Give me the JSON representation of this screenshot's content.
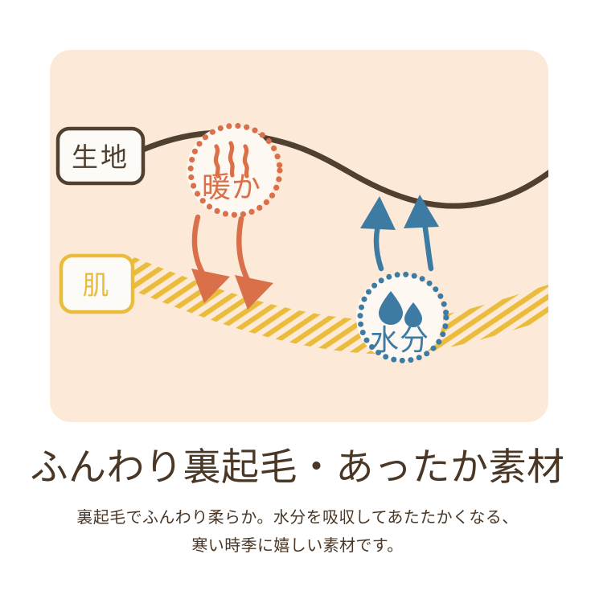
{
  "panel": {
    "background_color": "#fce9d8",
    "corner_radius": 26
  },
  "colors": {
    "panel_bg": "#fce9d8",
    "fabric_line": "#50402f",
    "skin_yellow": "#e9bc3c",
    "warm_orange": "#d9704a",
    "warm_orange_light": "#e07c52",
    "moisture_blue": "#3d7ba3",
    "bubble_fill": "#fdf8f2",
    "text_brown": "#4a3726",
    "page_bg": "#ffffff"
  },
  "labels": {
    "fabric": {
      "text": "生地",
      "box_border_color": "#50402f",
      "text_color": "#50402f"
    },
    "skin": {
      "text": "肌",
      "box_border_color": "#e9bc3c",
      "text_color": "#e9bc3c"
    }
  },
  "bubbles": {
    "warm": {
      "text": "暖か",
      "icon": "steam-lines-icon",
      "dot_color": "#d9704a",
      "text_color": "#d9704a",
      "fill": "#fdf8f2"
    },
    "moisture": {
      "text": "水分",
      "icon": "water-drop-icon",
      "dot_color": "#3d7ba3",
      "text_color": "#3d7ba3",
      "fill": "#fdf8f2"
    }
  },
  "arrows": {
    "warm_down": {
      "count": 2,
      "color": "#d9704a",
      "direction": "down",
      "meaning": "heat-transfer-to-skin"
    },
    "moisture_up": {
      "count": 2,
      "color": "#3d7ba3",
      "direction": "up",
      "meaning": "moisture-absorbed-by-fabric"
    }
  },
  "caption": {
    "headline": "ふんわり裏起毛・あったか素材",
    "subcopy_line1": "裏起毛でふんわり柔らか。水分を吸収してあたたかくなる、",
    "subcopy_line2": "寒い時季に嬉しい素材です。"
  }
}
